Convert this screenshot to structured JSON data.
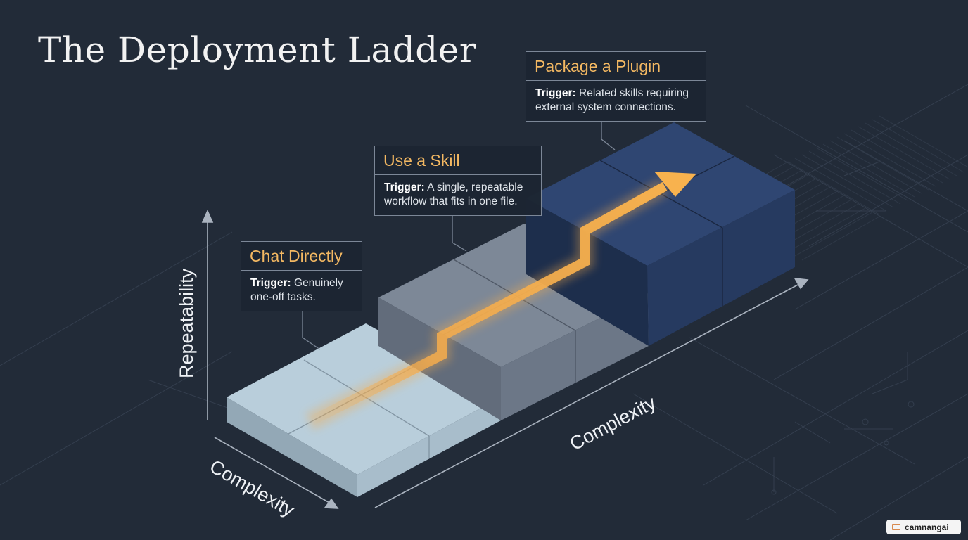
{
  "title": "The Deployment Ladder",
  "steps": [
    {
      "name": "Chat Directly",
      "trigger_label": "Trigger:",
      "trigger_text": " Genuinely one-off tasks."
    },
    {
      "name": "Use a Skill",
      "trigger_label": "Trigger:",
      "trigger_text": " A single, repeatable workflow that fits in one file."
    },
    {
      "name": "Package a Plugin",
      "trigger_label": "Trigger:",
      "trigger_text": " Related skills requiring external system connections."
    }
  ],
  "axes": {
    "vertical": "Repeatability",
    "depth": "Complexity",
    "horizontal": "Complexity"
  },
  "colors": {
    "background": "#222b38",
    "step1": "#b4cad6",
    "step2": "#7d8897",
    "step3": "#2d4470",
    "arrow": "#f5ac4c",
    "callout_title": "#f3b862"
  },
  "watermark": {
    "text": "camnangai",
    "icon": "book-icon"
  }
}
